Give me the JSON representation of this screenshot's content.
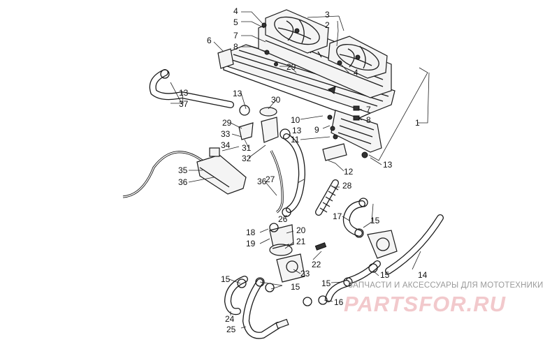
{
  "diagram": {
    "callouts": [
      "1",
      "2",
      "3",
      "4",
      "4",
      "5",
      "6",
      "7",
      "7",
      "8",
      "8",
      "9",
      "10",
      "11",
      "12",
      "13",
      "13",
      "13",
      "13",
      "14",
      "15",
      "15",
      "15",
      "15",
      "15",
      "16",
      "17",
      "18",
      "19",
      "20",
      "21",
      "22",
      "23",
      "24",
      "25",
      "26",
      "27",
      "28",
      "29",
      "29",
      "30",
      "31",
      "32",
      "33",
      "34",
      "35",
      "36",
      "36",
      "37"
    ]
  },
  "watermark": {
    "tagline": "ЗАПЧАСТИ И АКСЕССУАРЫ ДЛЯ МОТОТЕХНИКИ",
    "logo": "PARTSFOR.RU",
    "color": "#f2c9cc"
  }
}
